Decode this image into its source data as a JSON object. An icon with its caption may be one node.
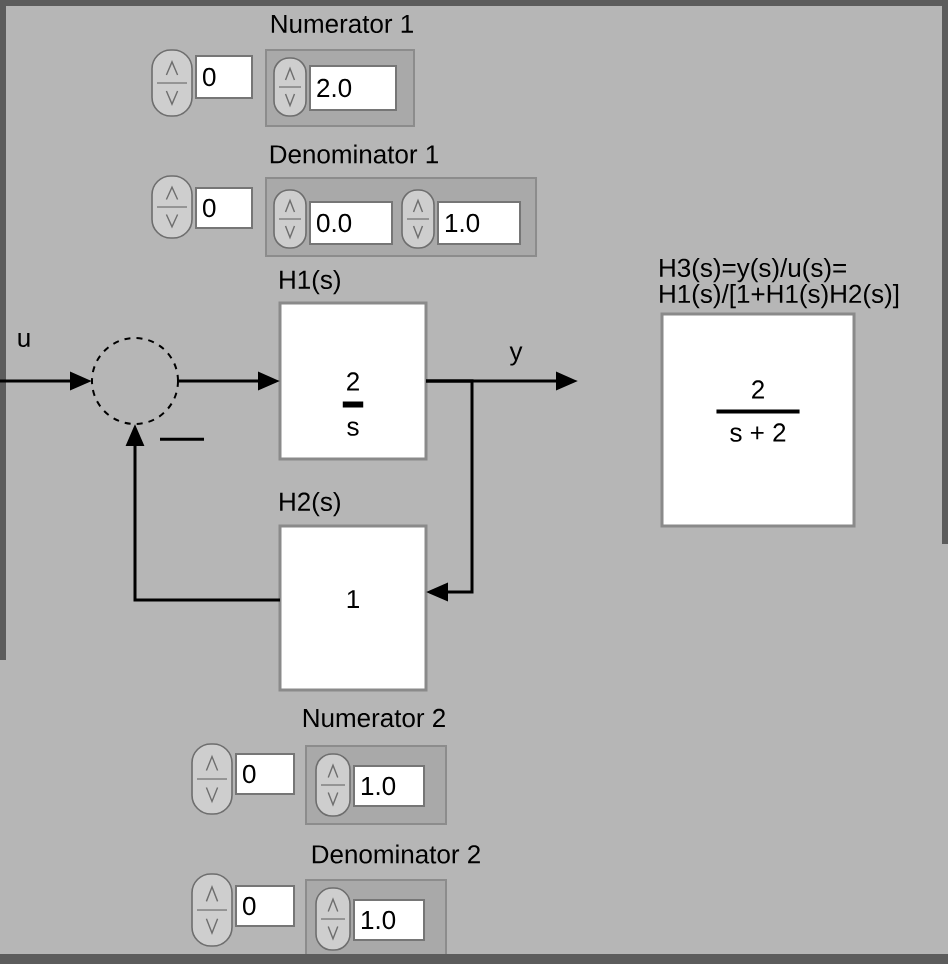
{
  "diagram": {
    "nodes": [
      {
        "text": [
          "0"
        ]
      },
      {
        "text": [
          "2.0"
        ]
      },
      {
        "text": [
          "0"
        ]
      },
      {
        "text": [
          "0.0"
        ]
      },
      {
        "text": [
          "1.0"
        ]
      },
      {
        "text": [],
        "shape": "circle"
      },
      {
        "text": [
          "H1(s)",
          "2",
          "s"
        ]
      },
      {
        "text": [
          "H3(s)=y(s)/u(s)= H1(s)/[1+H1(s)H2(s)]",
          "2",
          "s + 2"
        ]
      },
      {
        "text": [
          "H2(s)",
          "1"
        ]
      },
      {
        "text": [
          "0"
        ]
      },
      {
        "text": [
          "1.0"
        ]
      },
      {
        "text": [
          "0"
        ]
      },
      {
        "text": [
          "1.0"
        ]
      }
    ],
    "edges": [
      {
        "from": null,
        "to": 5,
        "arrow": "to",
        "label": "u"
      },
      {
        "from": 5,
        "to": 6,
        "arrow": "to"
      },
      {
        "from": 6,
        "to": null,
        "arrow": "to",
        "label": "y"
      },
      {
        "from": 6,
        "to": 8,
        "arrow": "to"
      },
      {
        "from": 8,
        "to": 5,
        "arrow": "to",
        "label": "—"
      }
    ],
    "labels": [
      "Numerator 1",
      "Denominator 1",
      "Numerator 2",
      "Denominator 2"
    ]
  }
}
